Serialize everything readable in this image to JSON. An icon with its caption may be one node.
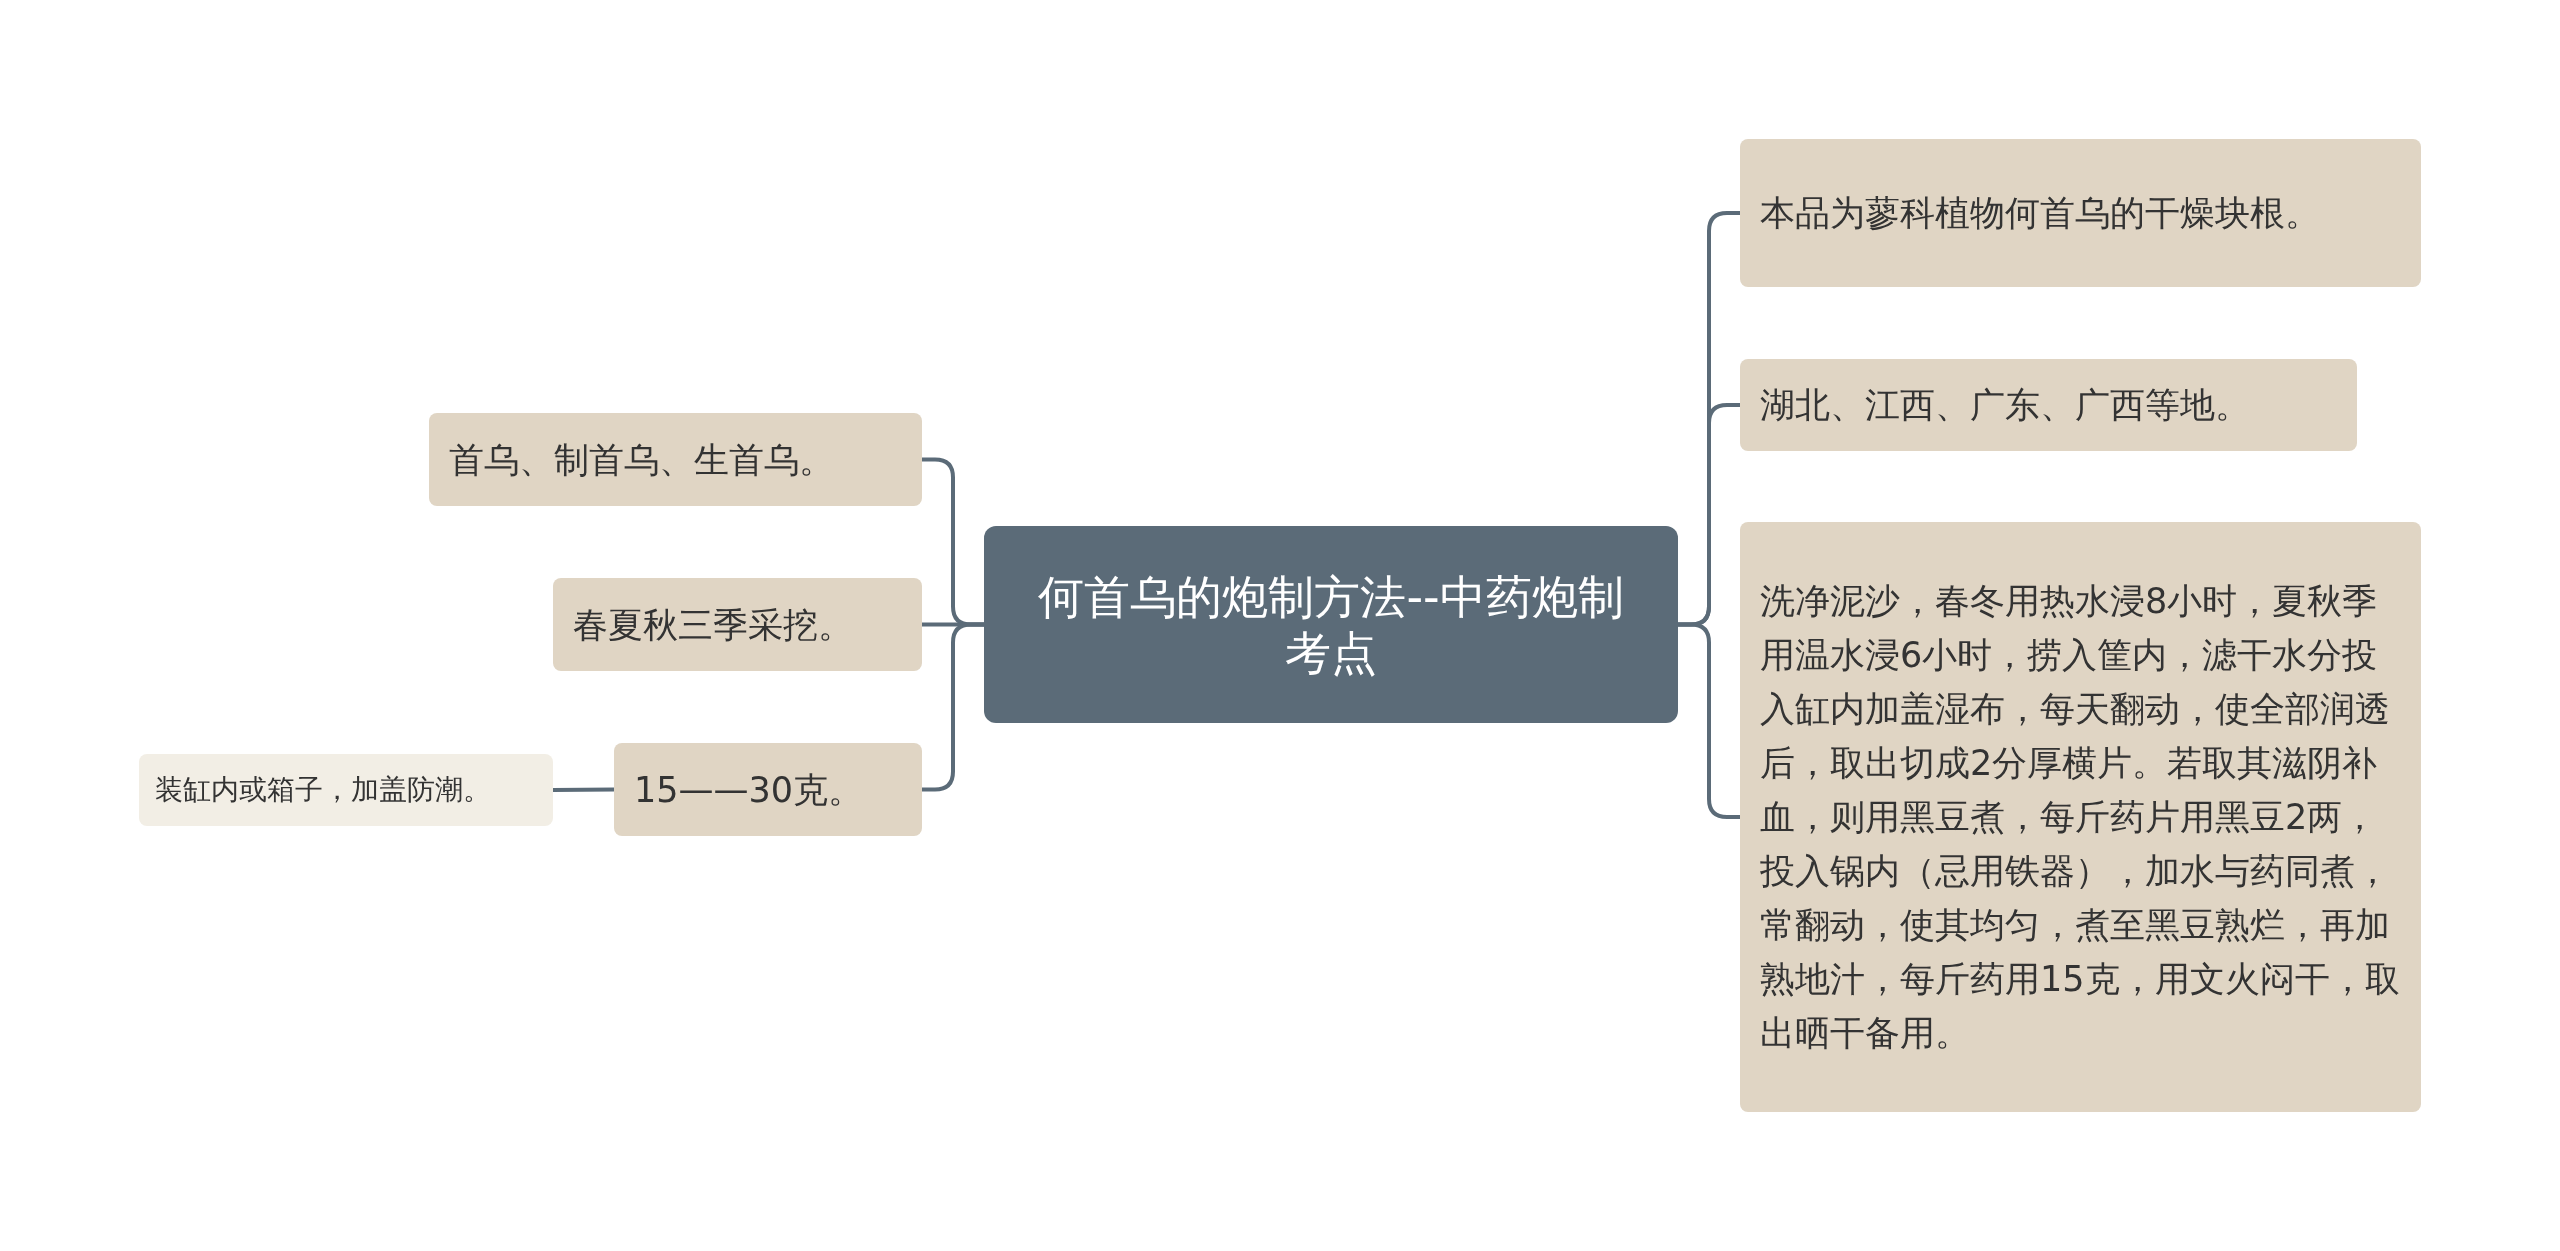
{
  "diagram": {
    "nodes": [
      {
        "text": [
          "何首乌的炮制方法--中药炮制考点"
        ]
      },
      {
        "text": [
          "本品为蓼科植物何首乌的干燥块根。"
        ]
      },
      {
        "text": [
          "湖北、江西、广东、广西等地。"
        ]
      },
      {
        "text": [
          "洗净泥沙，春冬用热水浸8小时，夏秋季用温水浸6小时，捞入筐内，滤干水分投入缸内加盖湿布，每天翻动，使全部润透后，取出切成2分厚横片。若取其滋阴补血，则用黑豆煮，每斤药片用黑豆2两，投入锅内（忌用铁器），加水与药同煮，常翻动，使其均匀，煮至黑豆熟烂，再加熟地汁，每斤药用15克，用文火闷干，取出晒干备用。"
        ]
      },
      {
        "text": [
          "首乌、制首乌、生首乌。"
        ]
      },
      {
        "text": [
          "春夏秋三季采挖。"
        ]
      },
      {
        "text": [
          "15——30克。"
        ]
      },
      {
        "text": [
          "装缸内或箱子，加盖防潮。"
        ]
      }
    ],
    "edges": [
      {
        "from": 0,
        "to": 1,
        "arrow": "none"
      },
      {
        "from": 0,
        "to": 2,
        "arrow": "none"
      },
      {
        "from": 0,
        "to": 3,
        "arrow": "none"
      },
      {
        "from": 0,
        "to": 4,
        "arrow": "none"
      },
      {
        "from": 0,
        "to": 5,
        "arrow": "none"
      },
      {
        "from": 0,
        "to": 6,
        "arrow": "none"
      },
      {
        "from": 6,
        "to": 7,
        "arrow": "none"
      }
    ]
  }
}
